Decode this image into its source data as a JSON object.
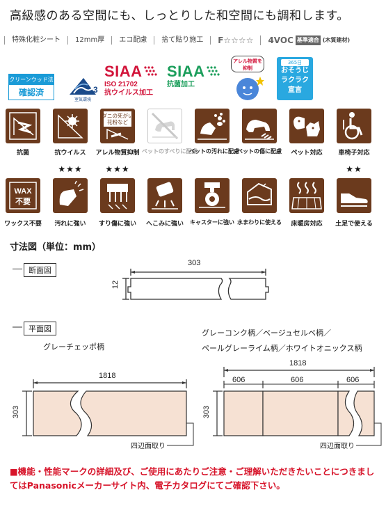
{
  "headline": "高級感のある空間にも、しっとりした和空間にも調和します。",
  "specs": {
    "s1": "特殊化粧シート",
    "s2": "12mm厚",
    "s3": "エコ配慮",
    "s4": "捨て貼り施工",
    "f": "F☆☆☆☆",
    "voc": "4VOC",
    "voc_badge": "基準適合",
    "voc_note": "(木質建材)"
  },
  "certs": {
    "cleanwood_top": "クリーンウッド法",
    "cleanwood_bottom": "確認済",
    "air_label": "室気環境",
    "air_num": "3",
    "siaa_word": "SIAA",
    "siaa1_line1": "ISO 21702",
    "siaa1_line2": "抗ウイルス加工",
    "siaa2_line1": "抗菌加工",
    "mascot_text": "アレル物質を抑制",
    "oso_365": "365日",
    "oso_l1": "おそうじ",
    "oso_l2": "ラクラク",
    "oso_l3": "宣言"
  },
  "icons_row1": [
    {
      "label": "抗菌",
      "icon": "antibacterial-icon",
      "disabled": false
    },
    {
      "label": "抗ウイルス",
      "icon": "antiviral-icon",
      "disabled": false
    },
    {
      "label": "アレル物質抑制",
      "icon": "allergen-icon",
      "disabled": false,
      "text": "ダニの死がい 花粉など"
    },
    {
      "label": "ペットのすべりに配慮",
      "icon": "pet-slip-icon",
      "disabled": true
    },
    {
      "label": "ペットの汚れに配慮",
      "icon": "pet-dirt-icon",
      "disabled": false
    },
    {
      "label": "ペットの傷に配慮",
      "icon": "pet-scratch-icon",
      "disabled": false
    },
    {
      "label": "ペット対応",
      "icon": "pet-icon",
      "disabled": false
    },
    {
      "label": "車椅子対応",
      "icon": "wheelchair-icon",
      "disabled": false
    }
  ],
  "icons_row2": [
    {
      "label": "ワックス不要",
      "icon": "wax-free-icon",
      "stars": "",
      "line1": "WAX",
      "line2": "不要"
    },
    {
      "label": "汚れに強い",
      "icon": "stain-resistant-icon",
      "stars": "★★★"
    },
    {
      "label": "すり傷に強い",
      "icon": "scratch-resistant-icon",
      "stars": "★★★"
    },
    {
      "label": "へこみに強い",
      "icon": "dent-resistant-icon",
      "stars": ""
    },
    {
      "label": "キャスターに強い",
      "icon": "caster-icon",
      "stars": ""
    },
    {
      "label": "水まわりに使える",
      "icon": "water-icon",
      "stars": ""
    },
    {
      "label": "床暖房対応",
      "icon": "floor-heating-icon",
      "stars": ""
    },
    {
      "label": "土足で使える",
      "icon": "shoe-icon",
      "stars": "★★"
    }
  ],
  "dimensions": {
    "title": "寸法図（単位：mm）",
    "section_tag": "断面図",
    "section_width": "303",
    "section_thickness": "12",
    "plan_tag": "平面図",
    "plan_left_title": "グレーチェッポ柄",
    "plan_right_title_1": "グレーコンク柄／ベージュセルベ柄／",
    "plan_right_title_2": "ペールグレーライム柄／ホワイトオニックス柄",
    "plan_length": "1818",
    "plan_width": "303",
    "plan_seg1": "606",
    "plan_seg2": "606",
    "plan_seg3": "606",
    "chamfer_label": "四辺面取り"
  },
  "notice": "■機能・性能マークの詳細及び、ご使用にあたりご注意・ご理解いただきたいことにつきましてはPanasonicメーカーサイト内、電子カタログにてご確認下さい。",
  "colors": {
    "icon_brown": "#6b3a1d",
    "plank": "#f6e1d3",
    "notice_red": "#d7142a",
    "siaa_red": "#d2143a",
    "siaa_green": "#1b9e5b",
    "blue": "#1a9bd7"
  }
}
